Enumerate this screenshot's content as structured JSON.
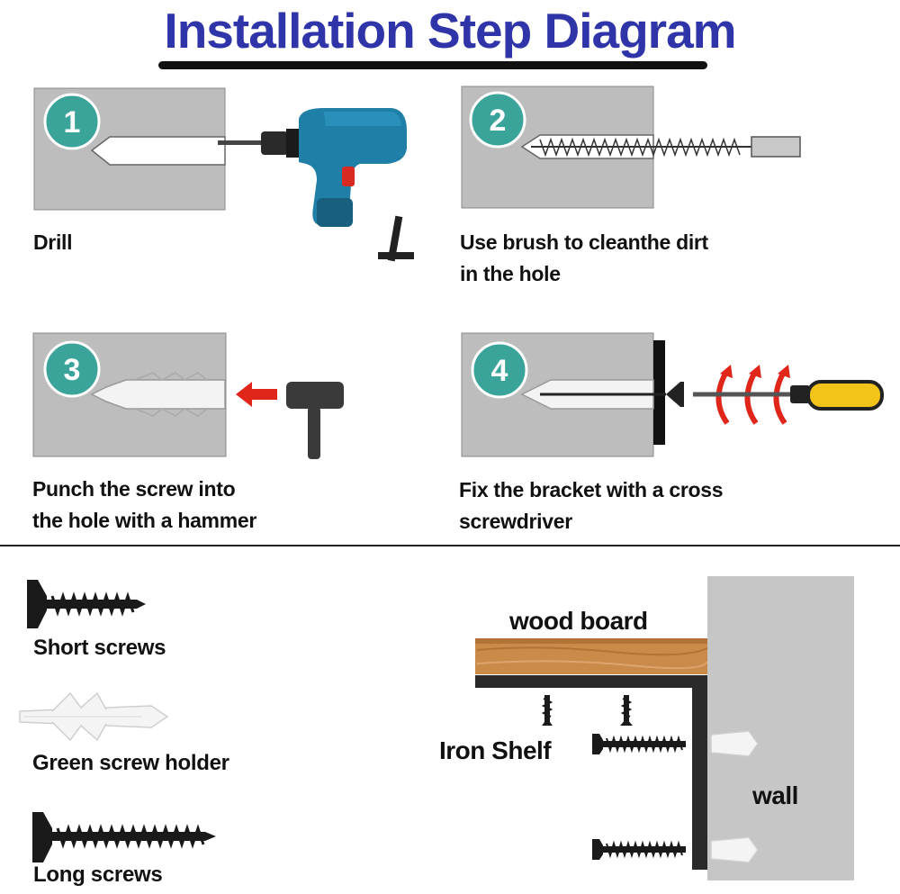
{
  "title": "Installation Step Diagram",
  "steps": [
    {
      "number": "1",
      "text_lines": [
        "Drill"
      ]
    },
    {
      "number": "2",
      "text_lines": [
        "Use brush to cleanthe dirt",
        "in the hole"
      ]
    },
    {
      "number": "3",
      "text_lines": [
        "Punch the screw into",
        "the hole with a hammer"
      ]
    },
    {
      "number": "4",
      "text_lines": [
        "Fix the bracket with a cross",
        "screwdriver"
      ]
    }
  ],
  "parts": [
    {
      "label": "Short screws",
      "icon": "short-screw-icon"
    },
    {
      "label": "Green screw holder",
      "icon": "screw-anchor-icon"
    },
    {
      "label": "Long screws",
      "icon": "long-screw-icon"
    }
  ],
  "assembly": {
    "wood_label": "wood board",
    "shelf_label": "Iron Shelf",
    "wall_label": "wall"
  },
  "colors": {
    "title": "#2f35a8",
    "badge": "#3aa39a",
    "panel": "#bdbdbd",
    "drill": "#1f7fa6",
    "arrow": "#e0261b",
    "wood": "#c98a4a"
  }
}
